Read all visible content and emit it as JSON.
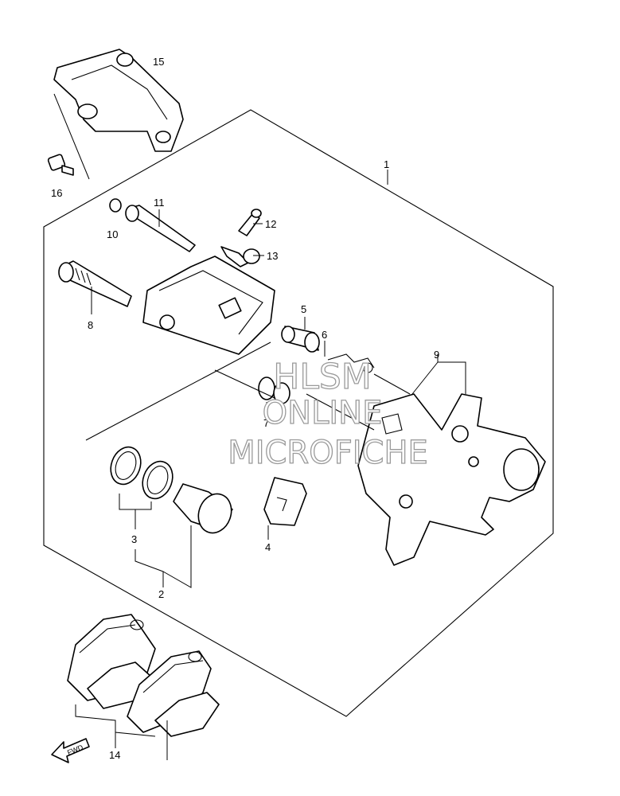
{
  "callouts": {
    "c1": "1",
    "c2": "2",
    "c3": "3",
    "c4": "4",
    "c5": "5",
    "c6": "6",
    "c7": "7",
    "c8": "8",
    "c9": "9",
    "c10": "10",
    "c11": "11",
    "c12": "12",
    "c13": "13",
    "c14": "14",
    "c15": "15",
    "c16": "16"
  },
  "watermark": {
    "line1": "HLSM",
    "line2": "ONLINE",
    "line3": "MICROFICHE"
  },
  "fwd_label": "FWD"
}
